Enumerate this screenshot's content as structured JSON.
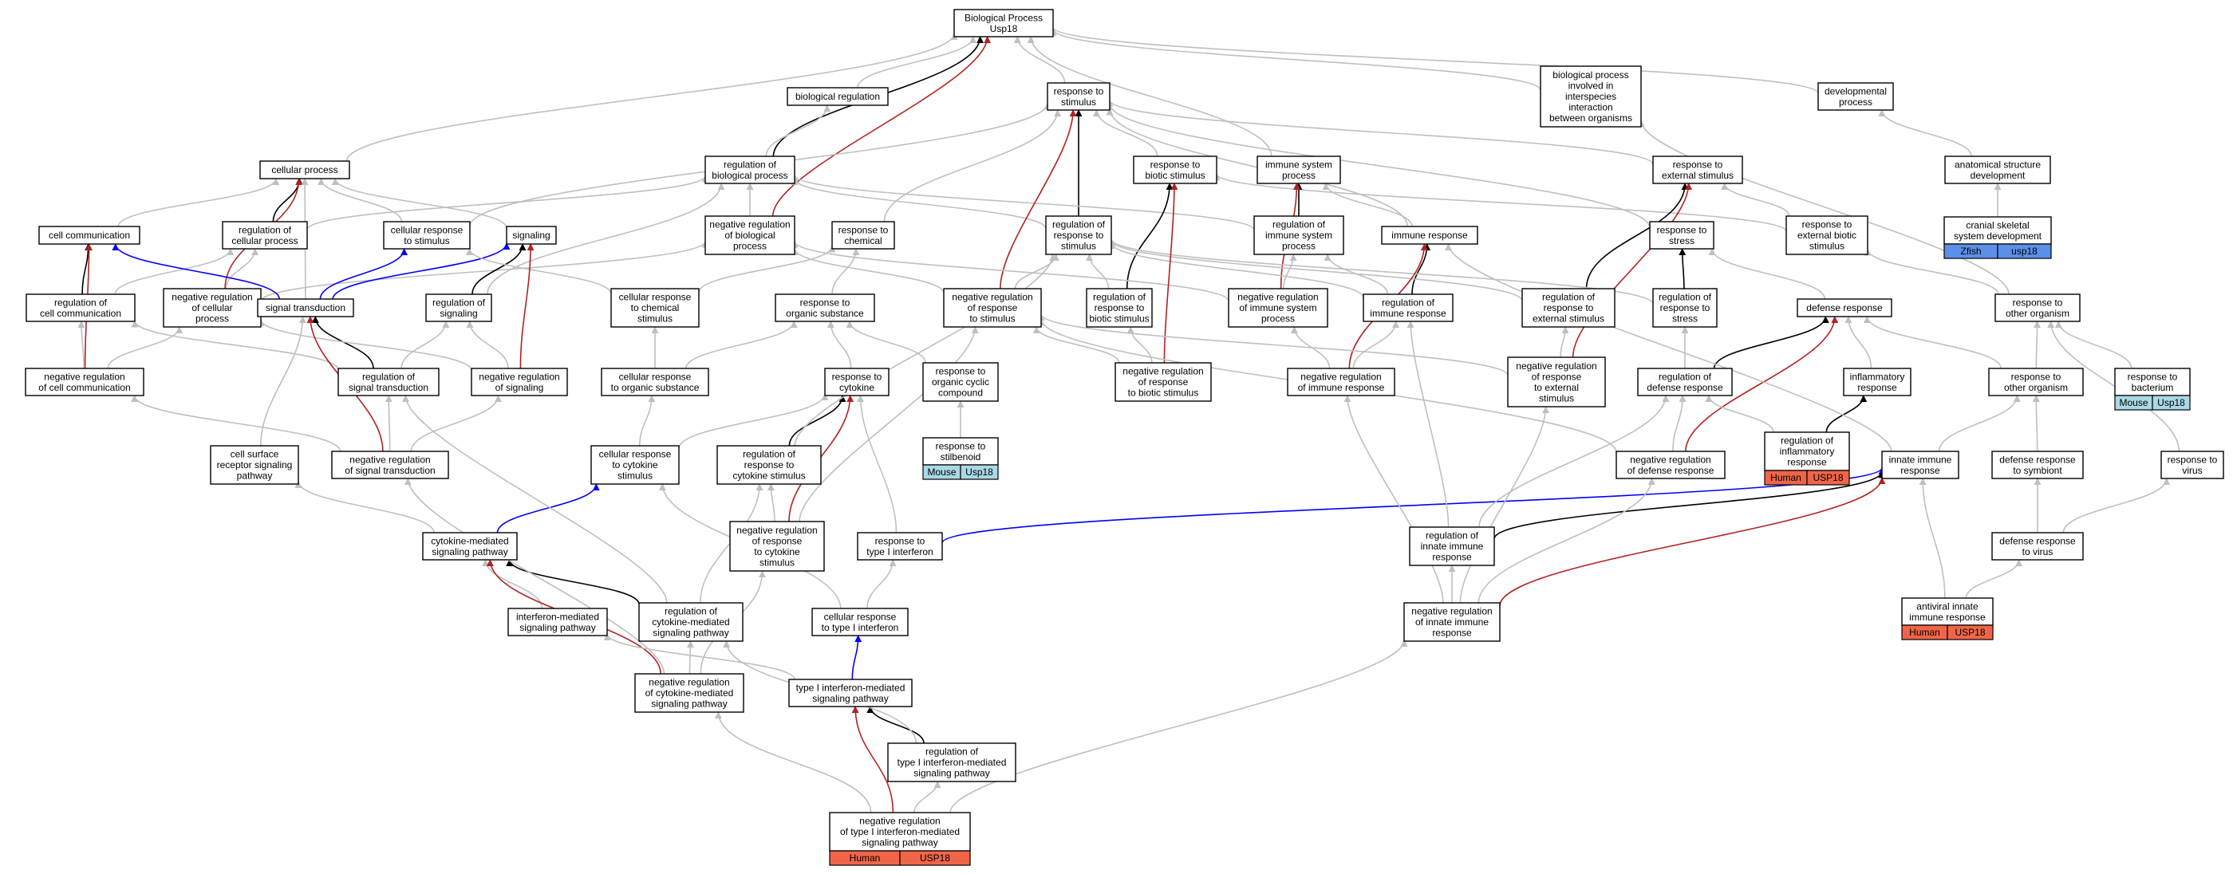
{
  "colors": {
    "is_a": "#bfbfbf",
    "part_of": "#000000",
    "negatively_regulates": "#b22222",
    "positively_regulates": "#0000ff",
    "human": "#f06548",
    "mouse": "#a9d8e6",
    "zfish": "#5b8fe8"
  },
  "nodes": [
    {
      "id": "bp",
      "lines": [
        "Biological Process",
        "Usp18"
      ]
    },
    {
      "id": "breg",
      "lines": [
        "biological regulation"
      ]
    },
    {
      "id": "rts",
      "lines": [
        "response to",
        "stimulus"
      ]
    },
    {
      "id": "bpint",
      "lines": [
        "biological process",
        "involved in",
        "interspecies",
        "interaction",
        "between organisms"
      ]
    },
    {
      "id": "dev",
      "lines": [
        "developmental",
        "process"
      ]
    },
    {
      "id": "cp",
      "lines": [
        "cellular process"
      ]
    },
    {
      "id": "rbp",
      "lines": [
        "regulation of",
        "biological process"
      ]
    },
    {
      "id": "rbs",
      "lines": [
        "response to",
        "biotic stimulus"
      ]
    },
    {
      "id": "isp",
      "lines": [
        "immune system",
        "process"
      ]
    },
    {
      "id": "res",
      "lines": [
        "response to",
        "external stimulus"
      ]
    },
    {
      "id": "asd",
      "lines": [
        "anatomical structure",
        "development"
      ]
    },
    {
      "id": "cc",
      "lines": [
        "cell communication"
      ]
    },
    {
      "id": "rcp",
      "lines": [
        "regulation of",
        "cellular process"
      ]
    },
    {
      "id": "crs",
      "lines": [
        "cellular response",
        "to stimulus"
      ]
    },
    {
      "id": "sig",
      "lines": [
        "signaling"
      ]
    },
    {
      "id": "nrbp",
      "lines": [
        "negative regulation",
        "of biological",
        "process"
      ]
    },
    {
      "id": "rchem",
      "lines": [
        "response to",
        "chemical"
      ]
    },
    {
      "id": "rrs",
      "lines": [
        "regulation of",
        "response to",
        "stimulus"
      ]
    },
    {
      "id": "risp",
      "lines": [
        "regulation of",
        "immune system",
        "process"
      ]
    },
    {
      "id": "ir",
      "lines": [
        "immune response"
      ]
    },
    {
      "id": "rstress",
      "lines": [
        "response to",
        "stress"
      ]
    },
    {
      "id": "rebs",
      "lines": [
        "response to",
        "external biotic",
        "stimulus"
      ]
    },
    {
      "id": "cssd",
      "lines": [
        "cranial skeletal",
        "system development"
      ]
    },
    {
      "id": "rcc",
      "lines": [
        "regulation of",
        "cell communication"
      ]
    },
    {
      "id": "nrcp",
      "lines": [
        "negative regulation",
        "of cellular",
        "process"
      ]
    },
    {
      "id": "st",
      "lines": [
        "signal transduction"
      ]
    },
    {
      "id": "rsig",
      "lines": [
        "regulation of",
        "signaling"
      ]
    },
    {
      "id": "ccs",
      "lines": [
        "cellular response",
        "to chemical",
        "stimulus"
      ]
    },
    {
      "id": "ros",
      "lines": [
        "response to",
        "organic substance"
      ]
    },
    {
      "id": "nrrs",
      "lines": [
        "negative regulation",
        "of response",
        "to stimulus"
      ]
    },
    {
      "id": "rrbs",
      "lines": [
        "regulation of",
        "response to",
        "biotic stimulus"
      ]
    },
    {
      "id": "nrisp",
      "lines": [
        "negative regulation",
        "of immune system",
        "process"
      ]
    },
    {
      "id": "rir",
      "lines": [
        "regulation of",
        "immune response"
      ]
    },
    {
      "id": "rres",
      "lines": [
        "regulation of",
        "response to",
        "external stimulus"
      ]
    },
    {
      "id": "rrstress",
      "lines": [
        "regulation of",
        "response to",
        "stress"
      ]
    },
    {
      "id": "dr",
      "lines": [
        "defense response"
      ]
    },
    {
      "id": "roo",
      "lines": [
        "response to",
        "other organism"
      ]
    },
    {
      "id": "nrcc",
      "lines": [
        "negative regulation",
        "of cell communication"
      ]
    },
    {
      "id": "rst",
      "lines": [
        "regulation of",
        "signal transduction"
      ]
    },
    {
      "id": "nrsig",
      "lines": [
        "negative regulation",
        "of signaling"
      ]
    },
    {
      "id": "cros",
      "lines": [
        "cellular response",
        "to organic substance"
      ]
    },
    {
      "id": "rcyt",
      "lines": [
        "response to",
        "cytokine"
      ]
    },
    {
      "id": "rocc",
      "lines": [
        "response to",
        "organic cyclic",
        "compound"
      ]
    },
    {
      "id": "nrrbs",
      "lines": [
        "negative regulation",
        "of response",
        "to biotic stimulus"
      ]
    },
    {
      "id": "nrir",
      "lines": [
        "negative regulation",
        "of immune response"
      ]
    },
    {
      "id": "nrres",
      "lines": [
        "negative regulation",
        "of response",
        "to external",
        "stimulus"
      ]
    },
    {
      "id": "rdr",
      "lines": [
        "regulation of",
        "defense response"
      ]
    },
    {
      "id": "infr",
      "lines": [
        "inflammatory",
        "response"
      ]
    },
    {
      "id": "rdoo",
      "lines": [
        "response to",
        "other organism"
      ]
    },
    {
      "id": "rbact",
      "lines": [
        "response to",
        "bacterium"
      ]
    },
    {
      "id": "csrsp",
      "lines": [
        "cell surface",
        "receptor signaling",
        "pathway"
      ]
    },
    {
      "id": "nrst",
      "lines": [
        "negative regulation",
        "of signal transduction"
      ]
    },
    {
      "id": "ccyt",
      "lines": [
        "cellular response",
        "to cytokine",
        "stimulus"
      ]
    },
    {
      "id": "rrcyt",
      "lines": [
        "regulation of",
        "response to",
        "cytokine stimulus"
      ]
    },
    {
      "id": "rstilb",
      "lines": [
        "response to",
        "stilbenoid"
      ]
    },
    {
      "id": "nrdr",
      "lines": [
        "negative regulation",
        "of defense response"
      ]
    },
    {
      "id": "rinfr",
      "lines": [
        "regulation of",
        "inflammatory",
        "response"
      ]
    },
    {
      "id": "iir",
      "lines": [
        "innate immune",
        "response"
      ]
    },
    {
      "id": "dsym",
      "lines": [
        "defense response",
        "to symbiont"
      ]
    },
    {
      "id": "rvirus",
      "lines": [
        "response to",
        "virus"
      ]
    },
    {
      "id": "cmsp",
      "lines": [
        "cytokine-mediated",
        "signaling pathway"
      ]
    },
    {
      "id": "nrrcyt",
      "lines": [
        "negative regulation",
        "of response",
        "to cytokine",
        "stimulus"
      ]
    },
    {
      "id": "rt1i",
      "lines": [
        "response to",
        "type I interferon"
      ]
    },
    {
      "id": "riir",
      "lines": [
        "regulation of",
        "innate immune",
        "response"
      ]
    },
    {
      "id": "dvirus",
      "lines": [
        "defense response",
        "to virus"
      ]
    },
    {
      "id": "imsp",
      "lines": [
        "interferon-mediated",
        "signaling pathway"
      ]
    },
    {
      "id": "rcmsp",
      "lines": [
        "regulation of",
        "cytokine-mediated",
        "signaling pathway"
      ]
    },
    {
      "id": "crt1i",
      "lines": [
        "cellular response",
        "to type I interferon"
      ]
    },
    {
      "id": "nriir",
      "lines": [
        "negative regulation",
        "of innate immune",
        "response"
      ]
    },
    {
      "id": "aiir",
      "lines": [
        "antiviral innate",
        "immune response"
      ]
    },
    {
      "id": "nrcmsp",
      "lines": [
        "negative regulation",
        "of cytokine-mediated",
        "signaling pathway"
      ]
    },
    {
      "id": "t1isp",
      "lines": [
        "type I interferon-mediated",
        "signaling pathway"
      ]
    },
    {
      "id": "rt1isp",
      "lines": [
        "regulation of",
        "type I interferon-mediated",
        "signaling pathway"
      ]
    },
    {
      "id": "nrt1isp",
      "lines": [
        "negative regulation",
        "of type I interferon-mediated",
        "signaling pathway"
      ]
    }
  ],
  "annotations": [
    {
      "node": "cssd",
      "species": "Zfish",
      "gene": "usp18"
    },
    {
      "node": "rstilb",
      "species": "Mouse",
      "gene": "Usp18"
    },
    {
      "node": "rbact",
      "species": "Mouse",
      "gene": "Usp18"
    },
    {
      "node": "rinfr",
      "species": "Human",
      "gene": "USP18"
    },
    {
      "node": "aiir",
      "species": "Human",
      "gene": "USP18"
    },
    {
      "node": "nrt1isp",
      "species": "Human",
      "gene": "USP18"
    }
  ],
  "edges": [
    [
      "breg",
      "bp",
      "is_a"
    ],
    [
      "rts",
      "bp",
      "is_a"
    ],
    [
      "bpint",
      "bp",
      "is_a"
    ],
    [
      "dev",
      "bp",
      "is_a"
    ],
    [
      "cp",
      "bp",
      "is_a"
    ],
    [
      "rbp",
      "bp",
      "part_of"
    ],
    [
      "rbp",
      "breg",
      "is_a"
    ],
    [
      "nrbp",
      "bp",
      "negatively_regulates"
    ],
    [
      "nrbp",
      "rbp",
      "is_a"
    ],
    [
      "rbs",
      "rts",
      "is_a"
    ],
    [
      "isp",
      "bp",
      "is_a"
    ],
    [
      "res",
      "rts",
      "is_a"
    ],
    [
      "ir",
      "isp",
      "is_a"
    ],
    [
      "ir",
      "rts",
      "is_a"
    ],
    [
      "rstress",
      "rts",
      "is_a"
    ],
    [
      "rebs",
      "res",
      "is_a"
    ],
    [
      "rebs",
      "rbs",
      "is_a"
    ],
    [
      "asd",
      "dev",
      "is_a"
    ],
    [
      "cssd",
      "asd",
      "is_a"
    ],
    [
      "cc",
      "cp",
      "is_a"
    ],
    [
      "rcp",
      "cp",
      "part_of"
    ],
    [
      "rcp",
      "rbp",
      "is_a"
    ],
    [
      "crs",
      "cp",
      "is_a"
    ],
    [
      "crs",
      "rts",
      "is_a"
    ],
    [
      "sig",
      "cp",
      "is_a"
    ],
    [
      "nrcp",
      "cp",
      "negatively_regulates"
    ],
    [
      "nrcp",
      "rcp",
      "is_a"
    ],
    [
      "nrcp",
      "nrbp",
      "is_a"
    ],
    [
      "rchem",
      "rts",
      "is_a"
    ],
    [
      "rrs",
      "rts",
      "part_of"
    ],
    [
      "rrs",
      "rbp",
      "is_a"
    ],
    [
      "risp",
      "isp",
      "part_of"
    ],
    [
      "risp",
      "rbp",
      "is_a"
    ],
    [
      "rcc",
      "cc",
      "part_of"
    ],
    [
      "rcc",
      "rcp",
      "is_a"
    ],
    [
      "st",
      "cc",
      "positively_regulates"
    ],
    [
      "st",
      "crs",
      "positively_regulates"
    ],
    [
      "st",
      "sig",
      "positively_regulates"
    ],
    [
      "st",
      "cp",
      "is_a"
    ],
    [
      "rsig",
      "sig",
      "part_of"
    ],
    [
      "rsig",
      "rbp",
      "is_a"
    ],
    [
      "ccs",
      "crs",
      "is_a"
    ],
    [
      "ccs",
      "rchem",
      "is_a"
    ],
    [
      "ros",
      "rchem",
      "is_a"
    ],
    [
      "nrrs",
      "rts",
      "negatively_regulates"
    ],
    [
      "nrrs",
      "rrs",
      "is_a"
    ],
    [
      "nrrs",
      "nrbp",
      "is_a"
    ],
    [
      "rrbs",
      "rbs",
      "part_of"
    ],
    [
      "rrbs",
      "rrs",
      "is_a"
    ],
    [
      "nrisp",
      "isp",
      "negatively_regulates"
    ],
    [
      "nrisp",
      "risp",
      "is_a"
    ],
    [
      "nrisp",
      "nrbp",
      "is_a"
    ],
    [
      "rir",
      "ir",
      "part_of"
    ],
    [
      "rir",
      "risp",
      "is_a"
    ],
    [
      "rir",
      "rrs",
      "is_a"
    ],
    [
      "rres",
      "res",
      "part_of"
    ],
    [
      "rres",
      "rrs",
      "is_a"
    ],
    [
      "rrstress",
      "rstress",
      "part_of"
    ],
    [
      "rrstress",
      "rrs",
      "is_a"
    ],
    [
      "dr",
      "rstress",
      "is_a"
    ],
    [
      "roo",
      "rebs",
      "is_a"
    ],
    [
      "roo",
      "bpint",
      "is_a"
    ],
    [
      "nrcc",
      "cc",
      "negatively_regulates"
    ],
    [
      "nrcc",
      "rcc",
      "is_a"
    ],
    [
      "nrcc",
      "nrcp",
      "is_a"
    ],
    [
      "rst",
      "st",
      "part_of"
    ],
    [
      "rst",
      "rsig",
      "is_a"
    ],
    [
      "rst",
      "rcc",
      "is_a"
    ],
    [
      "nrsig",
      "sig",
      "negatively_regulates"
    ],
    [
      "nrsig",
      "rsig",
      "is_a"
    ],
    [
      "nrsig",
      "nrcp",
      "is_a"
    ],
    [
      "cros",
      "ccs",
      "is_a"
    ],
    [
      "cros",
      "ros",
      "is_a"
    ],
    [
      "rcyt",
      "ros",
      "is_a"
    ],
    [
      "rocc",
      "ros",
      "is_a"
    ],
    [
      "nrrbs",
      "rbs",
      "negatively_regulates"
    ],
    [
      "nrrbs",
      "rrbs",
      "is_a"
    ],
    [
      "nrrbs",
      "nrrs",
      "is_a"
    ],
    [
      "nrir",
      "ir",
      "negatively_regulates"
    ],
    [
      "nrir",
      "rir",
      "is_a"
    ],
    [
      "nrir",
      "nrisp",
      "is_a"
    ],
    [
      "nrres",
      "res",
      "negatively_regulates"
    ],
    [
      "nrres",
      "rres",
      "is_a"
    ],
    [
      "nrres",
      "nrrs",
      "is_a"
    ],
    [
      "rdr",
      "dr",
      "part_of"
    ],
    [
      "rdr",
      "rrstress",
      "is_a"
    ],
    [
      "infr",
      "dr",
      "is_a"
    ],
    [
      "rdoo",
      "roo",
      "is_a"
    ],
    [
      "rdoo",
      "dr",
      "is_a"
    ],
    [
      "rbact",
      "roo",
      "is_a"
    ],
    [
      "csrsp",
      "st",
      "is_a"
    ],
    [
      "nrst",
      "st",
      "negatively_regulates"
    ],
    [
      "nrst",
      "rst",
      "is_a"
    ],
    [
      "nrst",
      "nrsig",
      "is_a"
    ],
    [
      "nrst",
      "nrcc",
      "is_a"
    ],
    [
      "ccyt",
      "rcyt",
      "is_a"
    ],
    [
      "ccyt",
      "cros",
      "is_a"
    ],
    [
      "rrcyt",
      "rcyt",
      "part_of"
    ],
    [
      "rrcyt",
      "rrs",
      "is_a"
    ],
    [
      "rstilb",
      "rocc",
      "is_a"
    ],
    [
      "nrdr",
      "dr",
      "negatively_regulates"
    ],
    [
      "nrdr",
      "rdr",
      "is_a"
    ],
    [
      "nrdr",
      "nrrs",
      "is_a"
    ],
    [
      "rinfr",
      "infr",
      "part_of"
    ],
    [
      "rinfr",
      "rdr",
      "is_a"
    ],
    [
      "iir",
      "ir",
      "is_a"
    ],
    [
      "iir",
      "rdoo",
      "is_a"
    ],
    [
      "dsym",
      "rdoo",
      "is_a"
    ],
    [
      "rvirus",
      "roo",
      "is_a"
    ],
    [
      "cmsp",
      "csrsp",
      "is_a"
    ],
    [
      "cmsp",
      "ccyt",
      "positively_regulates"
    ],
    [
      "nrrcyt",
      "rcyt",
      "negatively_regulates"
    ],
    [
      "nrrcyt",
      "rrcyt",
      "is_a"
    ],
    [
      "nrrcyt",
      "nrrs",
      "is_a"
    ],
    [
      "rt1i",
      "rcyt",
      "is_a"
    ],
    [
      "rt1i",
      "iir",
      "positively_regulates"
    ],
    [
      "riir",
      "iir",
      "part_of"
    ],
    [
      "riir",
      "rir",
      "is_a"
    ],
    [
      "riir",
      "rdr",
      "is_a"
    ],
    [
      "dvirus",
      "dsym",
      "is_a"
    ],
    [
      "dvirus",
      "rvirus",
      "is_a"
    ],
    [
      "imsp",
      "cmsp",
      "is_a"
    ],
    [
      "rcmsp",
      "cmsp",
      "part_of"
    ],
    [
      "rcmsp",
      "rst",
      "is_a"
    ],
    [
      "rcmsp",
      "rrcyt",
      "is_a"
    ],
    [
      "crt1i",
      "rt1i",
      "is_a"
    ],
    [
      "crt1i",
      "ccyt",
      "is_a"
    ],
    [
      "nriir",
      "iir",
      "negatively_regulates"
    ],
    [
      "nriir",
      "riir",
      "is_a"
    ],
    [
      "nriir",
      "nrir",
      "is_a"
    ],
    [
      "nriir",
      "nrdr",
      "is_a"
    ],
    [
      "nriir",
      "nrres",
      "is_a"
    ],
    [
      "aiir",
      "iir",
      "is_a"
    ],
    [
      "aiir",
      "dvirus",
      "is_a"
    ],
    [
      "nrcmsp",
      "cmsp",
      "negatively_regulates"
    ],
    [
      "nrcmsp",
      "rcmsp",
      "is_a"
    ],
    [
      "nrcmsp",
      "nrst",
      "is_a"
    ],
    [
      "nrcmsp",
      "nrrcyt",
      "is_a"
    ],
    [
      "t1isp",
      "crt1i",
      "positively_regulates"
    ],
    [
      "t1isp",
      "imsp",
      "is_a"
    ],
    [
      "rt1isp",
      "t1isp",
      "part_of"
    ],
    [
      "rt1isp",
      "rcmsp",
      "is_a"
    ],
    [
      "nrt1isp",
      "t1isp",
      "negatively_regulates"
    ],
    [
      "nrt1isp",
      "rt1isp",
      "is_a"
    ],
    [
      "nrt1isp",
      "nrcmsp",
      "is_a"
    ],
    [
      "nrt1isp",
      "nriir",
      "is_a"
    ]
  ]
}
